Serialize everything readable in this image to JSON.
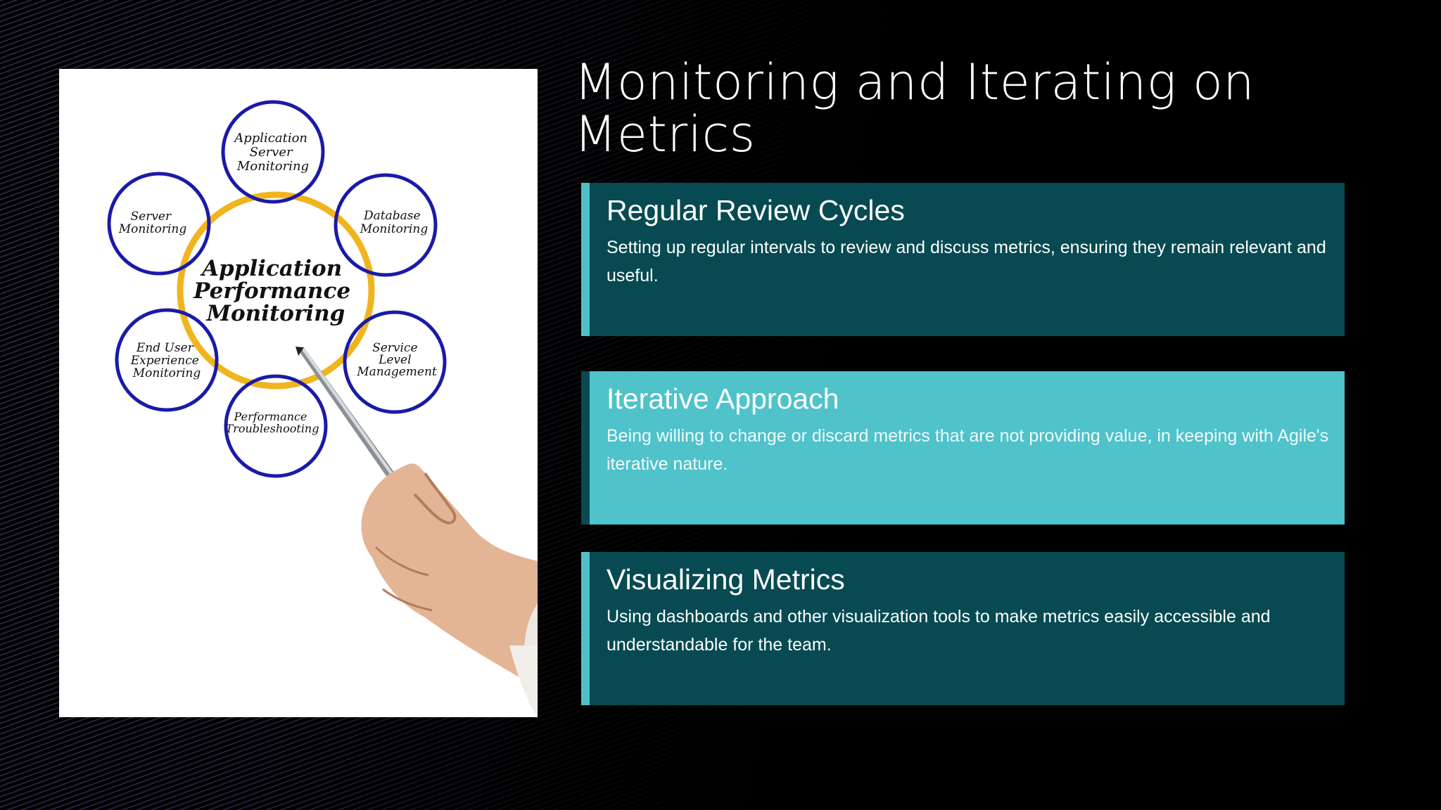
{
  "slide": {
    "title": "Monitoring and Iterating on Metrics",
    "cards": [
      {
        "heading": "Regular Review Cycles",
        "body": "Setting up regular intervals to review and discuss metrics, ensuring they remain relevant and useful."
      },
      {
        "heading": "Iterative Approach",
        "body": "Being willing to change or discard metrics that are not providing value, in keeping with Agile's iterative nature."
      },
      {
        "heading": "Visualizing Metrics",
        "body": "Using dashboards and other visualization tools to make metrics easily accessible and understandable for the team."
      }
    ]
  },
  "diagram": {
    "center": [
      "Application",
      "Performance",
      "Monitoring"
    ],
    "nodes": [
      {
        "lines": [
          "Application",
          "Server",
          "Monitoring"
        ]
      },
      {
        "lines": [
          "Database",
          "Monitoring"
        ]
      },
      {
        "lines": [
          "Service",
          "Level",
          "Management"
        ]
      },
      {
        "lines": [
          "Performance",
          "Troubleshooting"
        ]
      },
      {
        "lines": [
          "End User",
          "Experience",
          "Monitoring"
        ]
      },
      {
        "lines": [
          "Server",
          "Monitoring"
        ]
      }
    ]
  },
  "colors": {
    "accent_dark": "#074a52",
    "accent_light": "#4fc2ca",
    "ring_yellow": "#f0b51e",
    "ring_blue": "#1a1aa8"
  }
}
